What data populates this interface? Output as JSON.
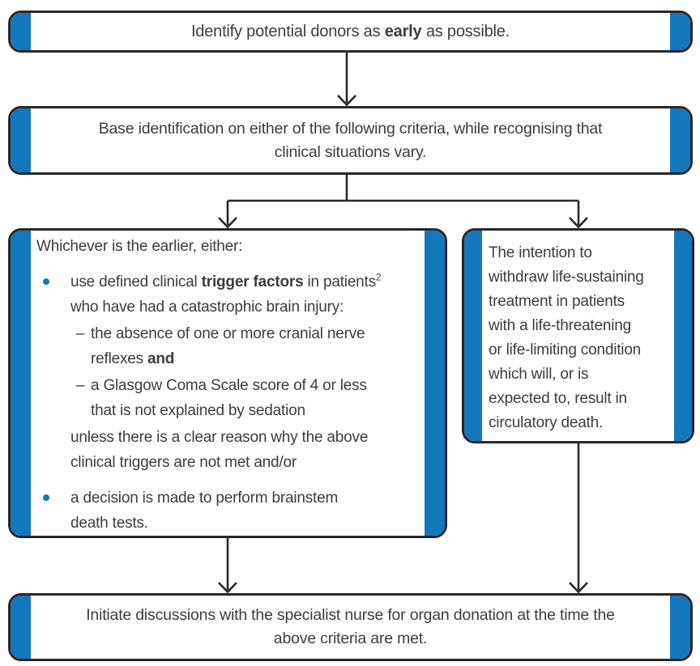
{
  "colors": {
    "accent_blue": "#1377BD",
    "outline": "#2B2729",
    "text": "#3D3D3F"
  },
  "flowchart": {
    "top_box": {
      "segments": [
        {
          "t": "Identify potential donors as "
        },
        {
          "t": "early",
          "b": true
        },
        {
          "t": " as possible."
        }
      ]
    },
    "criteria_box": {
      "lines": [
        "Base identification on either of the following criteria, while recognising that",
        "clinical situations vary."
      ]
    },
    "left_box": {
      "intro": "Whichever is the earlier, either:",
      "dash_marker": "–",
      "bullets": [
        {
          "main_segments": [
            {
              "t": "use defined clinical "
            },
            {
              "t": "trigger factors",
              "b": true
            },
            {
              "t": " in patients"
            },
            {
              "t": "2",
              "sup": true
            },
            {
              "br": true
            },
            {
              "t": "who have had a catastrophic brain injury:"
            }
          ],
          "sub_items": [
            {
              "segments": [
                {
                  "t": "the absence of one or more cranial nerve"
                },
                {
                  "br": true
                },
                {
                  "t": "reflexes "
                },
                {
                  "t": "and",
                  "b": true
                }
              ]
            },
            {
              "segments": [
                {
                  "t": "a Glasgow Coma Scale score of 4 or less"
                },
                {
                  "br": true
                },
                {
                  "t": "that is not explained by sedation"
                }
              ]
            }
          ],
          "continuation_lines": [
            "unless there is a clear reason why the above",
            "clinical triggers are not met and/or"
          ]
        },
        {
          "main_segments": [
            {
              "t": "a decision is made to perform brainstem"
            },
            {
              "br": true
            },
            {
              "t": "death tests."
            }
          ]
        }
      ]
    },
    "right_box": {
      "lines": [
        "The intention to",
        "withdraw life-sustaining",
        "treatment in patients",
        "with a life-threatening",
        "or life-limiting condition",
        "which will, or is",
        "expected to, result in",
        "circulatory death."
      ]
    },
    "bottom_box": {
      "lines": [
        "Initiate discussions with the specialist nurse for organ donation at the time the",
        "above criteria are met."
      ]
    }
  }
}
